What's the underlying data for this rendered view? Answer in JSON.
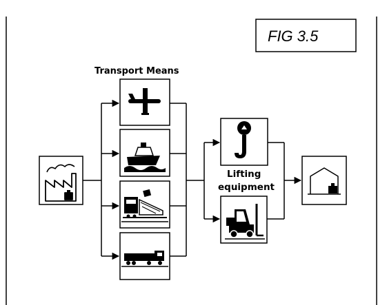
{
  "figure": {
    "caption": "FIG 3.5",
    "transport_label": "Transport Means",
    "lifting_label_line1": "Lifting",
    "lifting_label_line2": "equipment"
  },
  "nodes": {
    "source": "factory-icon",
    "transport": [
      "airplane-icon",
      "ship-icon",
      "train-icon",
      "truck-icon"
    ],
    "lifting": [
      "crane-hook-icon",
      "forklift-icon"
    ],
    "destination": "warehouse-icon"
  },
  "colors": {
    "line": "#000000",
    "background": "#ffffff"
  }
}
